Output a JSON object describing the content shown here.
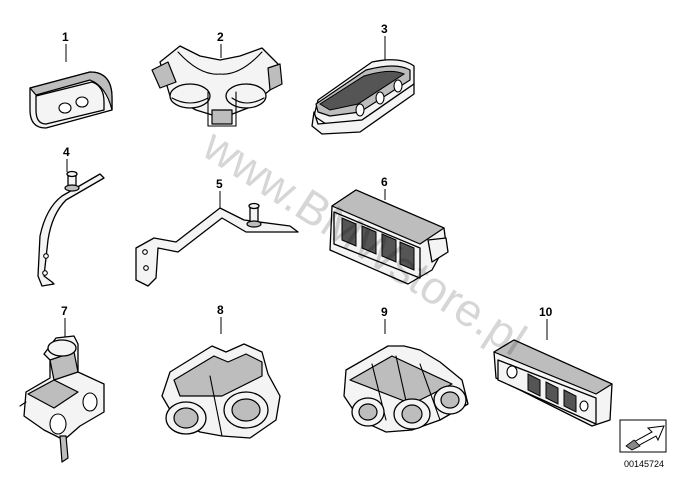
{
  "callouts": {
    "p1": "1",
    "p2": "2",
    "p3": "3",
    "p4": "4",
    "p5": "5",
    "p6": "6",
    "p7": "7",
    "p8": "8",
    "p9": "9",
    "p10": "10"
  },
  "watermark": "www.BMWstore.pl",
  "diagram_number": "00145724",
  "icons": {
    "nav": "arrow-down-left-icon"
  }
}
